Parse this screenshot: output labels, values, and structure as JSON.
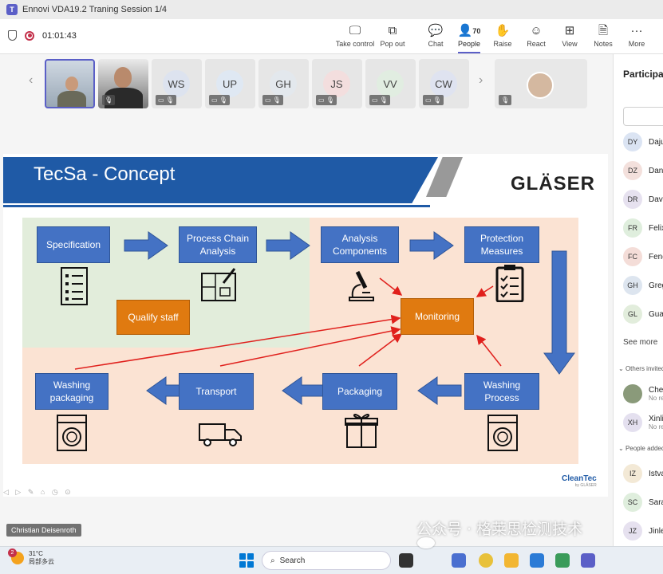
{
  "window": {
    "title": "Ennovi VDA19.2 Traning Session 1/4"
  },
  "toolbar": {
    "timer": "01:01:43",
    "buttons": [
      {
        "label": "Take control",
        "icon": "take-control-icon",
        "glyph": "🖵"
      },
      {
        "label": "Pop out",
        "icon": "pop-out-icon",
        "glyph": "⧉"
      },
      {
        "label": "Chat",
        "icon": "chat-icon",
        "glyph": "💬"
      },
      {
        "label": "People",
        "icon": "people-icon",
        "glyph": "👤",
        "count": "70"
      },
      {
        "label": "Raise",
        "icon": "raise-hand-icon",
        "glyph": "✋"
      },
      {
        "label": "React",
        "icon": "react-icon",
        "glyph": "☺"
      },
      {
        "label": "View",
        "icon": "view-icon",
        "glyph": "⊞"
      },
      {
        "label": "Notes",
        "icon": "notes-icon",
        "glyph": "🗎"
      },
      {
        "label": "More",
        "icon": "more-icon",
        "glyph": "···"
      }
    ]
  },
  "strip": {
    "tiles": [
      {
        "initials": "WS",
        "color": "#dde3ef"
      },
      {
        "initials": "UP",
        "color": "#dfe8f3"
      },
      {
        "initials": "GH",
        "color": "#e3e8ed"
      },
      {
        "initials": "JS",
        "color": "#f3dede"
      },
      {
        "initials": "VV",
        "color": "#e1ede1"
      },
      {
        "initials": "CW",
        "color": "#dfe3f0"
      }
    ]
  },
  "slide": {
    "title": "TecSa - Concept",
    "brand": "GLÄSER",
    "footer_brand": "CleanTec",
    "footer_sub": "by GLÄSER",
    "boxes": {
      "specification": "Specification",
      "process_chain": "Process Chain Analysis",
      "analysis_components": "Analysis Components",
      "protection_measures": "Protection Measures",
      "qualify_staff": "Qualify staff",
      "monitoring": "Monitoring",
      "washing_packaging": "Washing packaging",
      "transport": "Transport",
      "packaging": "Packaging",
      "washing_process": "Washing Process"
    }
  },
  "presenter": {
    "name": "Christian Deisenroth"
  },
  "panel": {
    "title": "Participants",
    "participants": [
      {
        "initials": "DY",
        "name": "Dajun",
        "color": "#dbe4f3"
      },
      {
        "initials": "DZ",
        "name": "Daniel",
        "color": "#f3e0dc"
      },
      {
        "initials": "DR",
        "name": "David",
        "color": "#e6e1ef"
      },
      {
        "initials": "FR",
        "name": "Felix",
        "color": "#dfeedd"
      },
      {
        "initials": "FC",
        "name": "Feng",
        "color": "#f4ddd8"
      },
      {
        "initials": "GH",
        "name": "Gregor",
        "color": "#dde5ef"
      },
      {
        "initials": "GL",
        "name": "Guang",
        "color": "#e2eddc"
      }
    ],
    "see_more": "See more",
    "others_invited": "Others invited",
    "invited": [
      {
        "initials": "",
        "name": "Chen",
        "sub": "No response",
        "color": "#8a9a7a"
      },
      {
        "initials": "XH",
        "name": "Xinli",
        "sub": "No response",
        "color": "#e4e0ef"
      }
    ],
    "people_added": "People added",
    "added": [
      {
        "initials": "IZ",
        "name": "Istvan",
        "color": "#f3e9d6"
      },
      {
        "initials": "SC",
        "name": "Sarah",
        "color": "#dfeedd"
      },
      {
        "initials": "JZ",
        "name": "Jinlei",
        "color": "#e6e1ef"
      }
    ]
  },
  "taskbar": {
    "weather_temp": "31°C",
    "weather_desc": "局部多云",
    "weather_badge": "2",
    "search_placeholder": "Search"
  },
  "watermark": "公众号 · 格莱思检测技术"
}
